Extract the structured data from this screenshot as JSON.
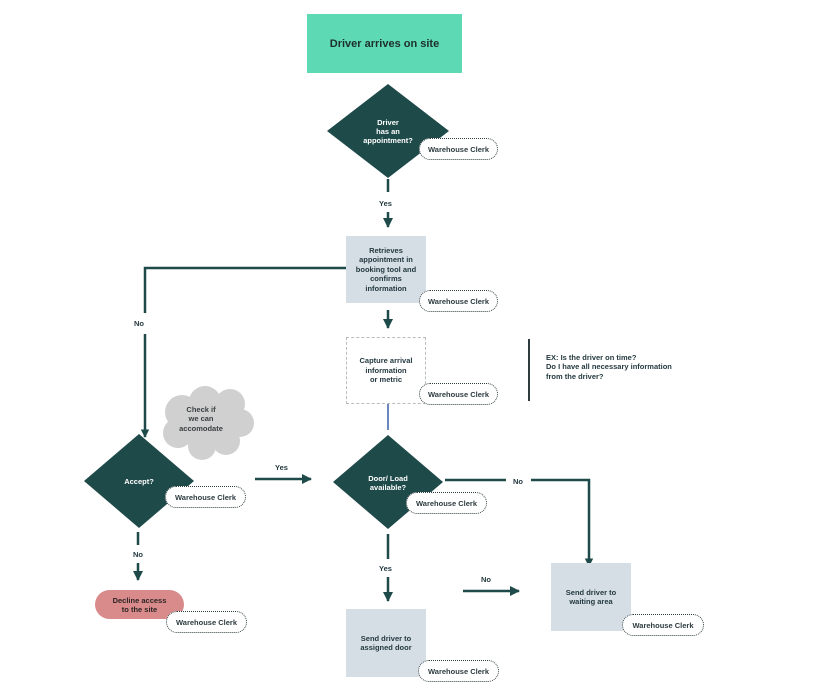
{
  "nodes": {
    "start": "Driver arrives on site",
    "appointment": "Driver\nhas an\nappointment?",
    "retrieve": "Retrieves\nappointment in\nbooking tool and\nconfirms\ninformation",
    "capture": "Capture arrival\ninformation\nor metric",
    "door": "Door/ Load\navailable?",
    "accept": "Accept?",
    "check": "Check if\nwe can\naccomodate",
    "decline": "Decline access\nto the site",
    "send_door": "Send driver to\nassigned door",
    "send_wait": "Send driver to\nwaiting area"
  },
  "role": "Warehouse Clerk",
  "note": "EX: Is the driver on time?\nDo I have all necessary information\nfrom the driver?",
  "edge_labels": {
    "yes": "Yes",
    "no": "No"
  },
  "colors": {
    "start": "#5dd9b4",
    "decision": "#1f4a4a",
    "process": "#d5dde5",
    "decline": "#d98b8b",
    "line": "#1f4a4a",
    "cloud": "#cfd0cf"
  }
}
